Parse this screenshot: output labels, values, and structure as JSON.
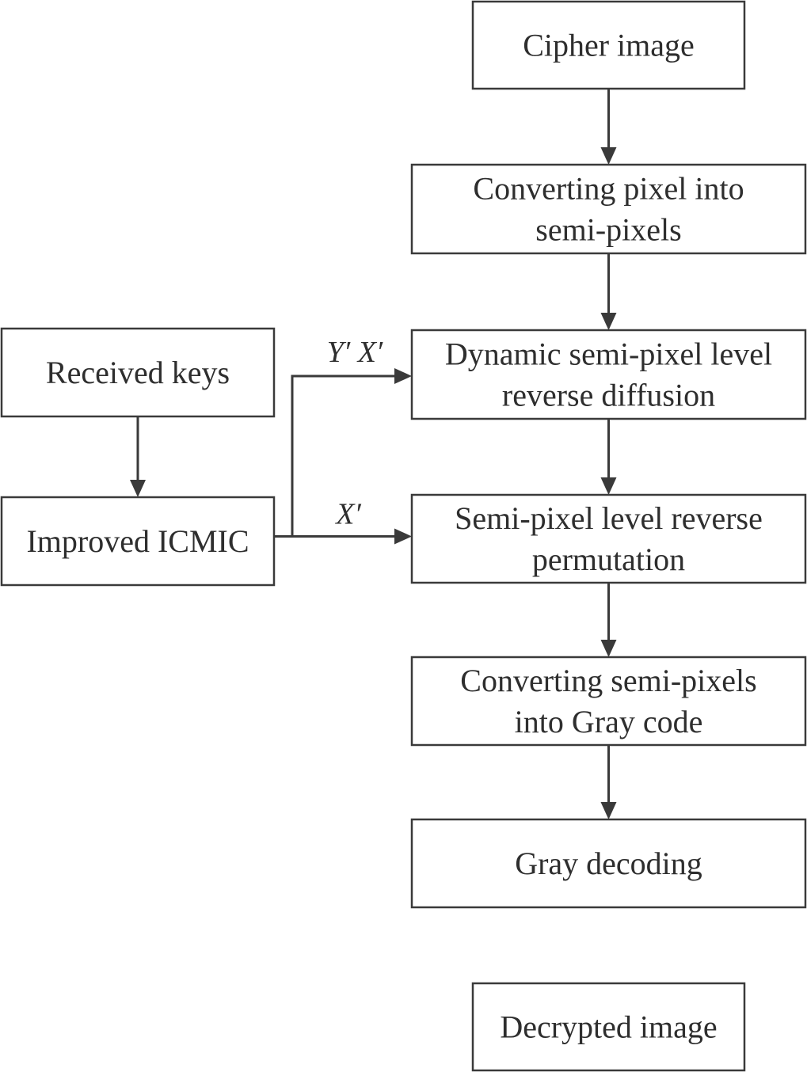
{
  "nodes": {
    "cipher_image": {
      "lines": [
        "Cipher image"
      ]
    },
    "converting_pixel": {
      "lines": [
        "Converting pixel into",
        "semi-pixels"
      ]
    },
    "received_keys": {
      "lines": [
        "Received keys"
      ]
    },
    "improved_icmic": {
      "lines": [
        "Improved ICMIC"
      ]
    },
    "dynamic_diffusion": {
      "lines": [
        "Dynamic semi-pixel level",
        "reverse diffusion"
      ]
    },
    "reverse_permutation": {
      "lines": [
        "Semi-pixel level reverse",
        "permutation"
      ]
    },
    "converting_gray": {
      "lines": [
        "Converting semi-pixels",
        "into Gray code"
      ]
    },
    "gray_decoding": {
      "lines": [
        "Gray decoding"
      ]
    },
    "decrypted_image": {
      "lines": [
        "Decrypted image"
      ]
    }
  },
  "edges": [
    {
      "from": "cipher_image",
      "to": "converting_pixel",
      "label": ""
    },
    {
      "from": "converting_pixel",
      "to": "dynamic_diffusion",
      "label": ""
    },
    {
      "from": "received_keys",
      "to": "improved_icmic",
      "label": ""
    },
    {
      "from": "improved_icmic",
      "to": "dynamic_diffusion",
      "label": "Y′ X′"
    },
    {
      "from": "improved_icmic",
      "to": "reverse_permutation",
      "label": "X′"
    },
    {
      "from": "dynamic_diffusion",
      "to": "reverse_permutation",
      "label": ""
    },
    {
      "from": "reverse_permutation",
      "to": "converting_gray",
      "label": ""
    },
    {
      "from": "converting_gray",
      "to": "gray_decoding",
      "label": ""
    },
    {
      "from": "gray_decoding",
      "to": "decrypted_image",
      "label": ""
    }
  ]
}
